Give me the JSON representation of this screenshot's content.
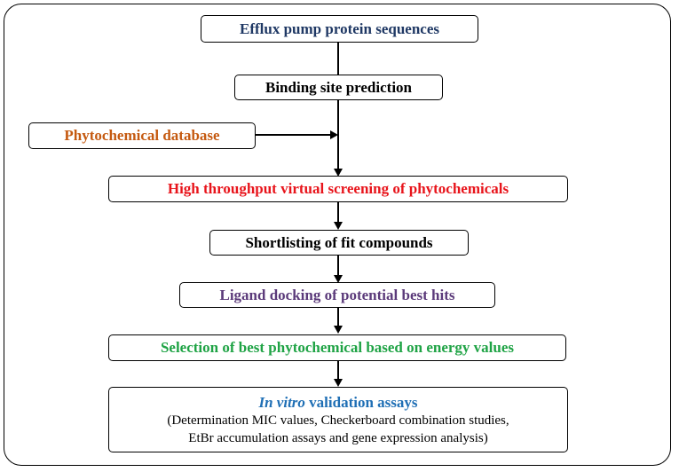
{
  "diagram": {
    "steps": {
      "efflux": {
        "label": "Efflux pump protein sequences",
        "color": "#1F3864"
      },
      "binding": {
        "label": "Binding site prediction",
        "color": "#000000"
      },
      "phyto_db": {
        "label": "Phytochemical database",
        "color": "#C55A11"
      },
      "screening": {
        "label": "High throughput virtual screening of phytochemicals",
        "color": "#E8141B"
      },
      "shortlisting": {
        "label": "Shortlisting of fit compounds",
        "color": "#000000"
      },
      "docking": {
        "label": "Ligand docking of potential best hits",
        "color": "#5B3A7A"
      },
      "selection": {
        "label": "Selection of best phytochemical based on energy values",
        "color": "#1FA345"
      },
      "validation": {
        "title_italic": "In vitro",
        "title_rest": " validation assays",
        "color": "#1F6FB5",
        "detail_line1": "(Determination MIC values, Checkerboard combination studies,",
        "detail_line2": "EtBr accumulation assays and gene expression analysis)"
      }
    }
  }
}
